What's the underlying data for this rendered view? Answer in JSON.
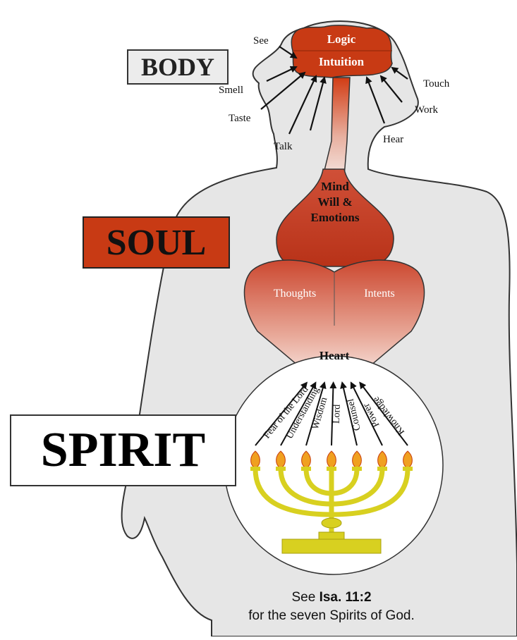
{
  "labels": {
    "body": "BODY",
    "soul": "SOUL",
    "spirit": "SPIRIT"
  },
  "brain": {
    "top": "Logic",
    "bottom": "Intuition"
  },
  "senses": {
    "see": "See",
    "smell": "Smell",
    "taste": "Taste",
    "talk": "Talk",
    "touch": "Touch",
    "work": "Work",
    "hear": "Hear"
  },
  "soul_text": {
    "line1": "Mind",
    "line2": "Will &",
    "line3": "Emotions"
  },
  "heart": {
    "left": "Thoughts",
    "right": "Intents",
    "bottom": "Heart"
  },
  "spirits": [
    "Fear of the Lord",
    "Understanding",
    "Wisdom",
    "Lord",
    "Counsel",
    "Power",
    "Knowledge"
  ],
  "caption": {
    "prefix": "See ",
    "reference": "Isa. 11:2",
    "line2": "for the seven Spirits of God."
  },
  "colors": {
    "body_fill": "#e6e6e6",
    "soul_red": "#c83a14",
    "menorah_gold": "#d8d020",
    "flame": "#f0a020"
  }
}
